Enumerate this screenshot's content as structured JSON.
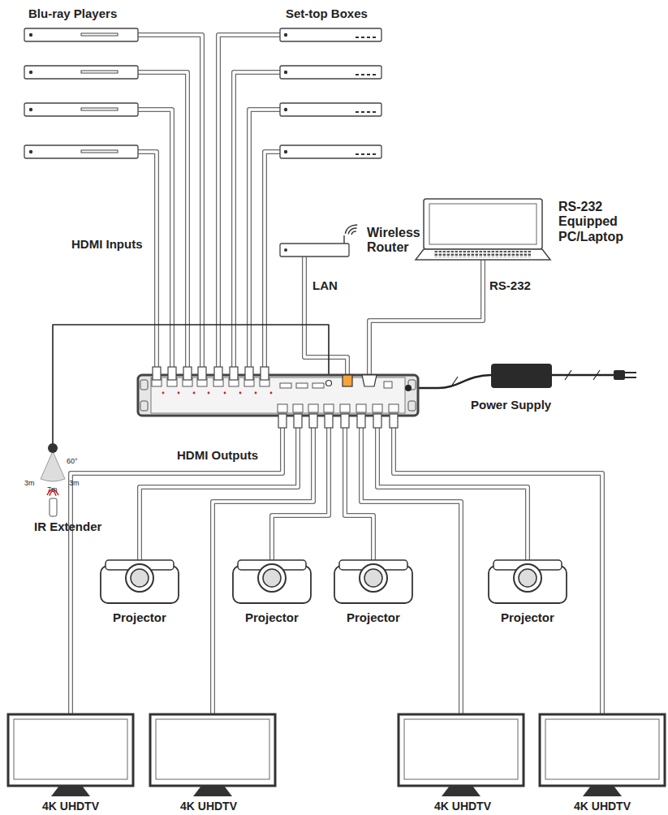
{
  "diagram": {
    "nodes": [
      {
        "text": [
          "Wireless Router"
        ]
      },
      {
        "text": [
          "RS-232 Equipped PC/Laptop"
        ]
      },
      {
        "text": [
          "Power Supply"
        ]
      },
      {
        "text": [
          "IR Extender"
        ]
      },
      {
        "text": [
          "Projector"
        ]
      },
      {
        "text": [
          "Projector"
        ]
      },
      {
        "text": [
          "Projector"
        ]
      },
      {
        "text": [
          "Projector"
        ]
      },
      {
        "text": [
          "4K UHDTV"
        ]
      },
      {
        "text": [
          "4K UHDTV"
        ]
      },
      {
        "text": [
          "4K UHDTV"
        ]
      },
      {
        "text": [
          "4K UHDTV"
        ]
      }
    ],
    "labels": [
      "Blu-ray Players",
      "Set-top Boxes",
      "HDMI Inputs",
      "LAN",
      "RS-232",
      "60°",
      "3m",
      "7m",
      "3m",
      "HDMI Outputs"
    ]
  }
}
